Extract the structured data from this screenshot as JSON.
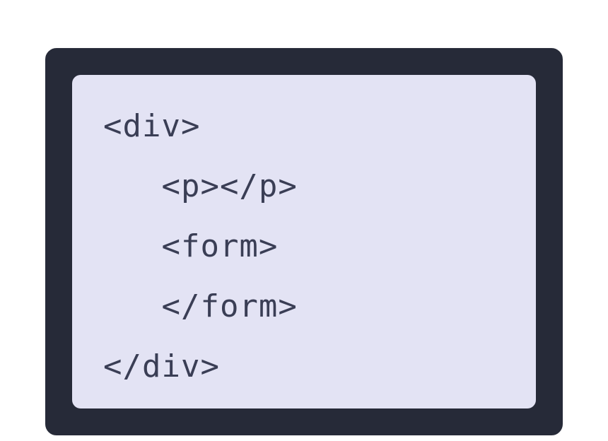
{
  "colors": {
    "page_bg": "#ffffff",
    "card_bg": "#262a38",
    "card_border": "#fbfbfb",
    "panel_bg": "#e3e3f4",
    "code_text": "#3a3e55"
  },
  "code": {
    "language": "html",
    "lines": [
      "<div>",
      "   <p></p>",
      "   <form>",
      "   </form>",
      "</div>"
    ]
  }
}
